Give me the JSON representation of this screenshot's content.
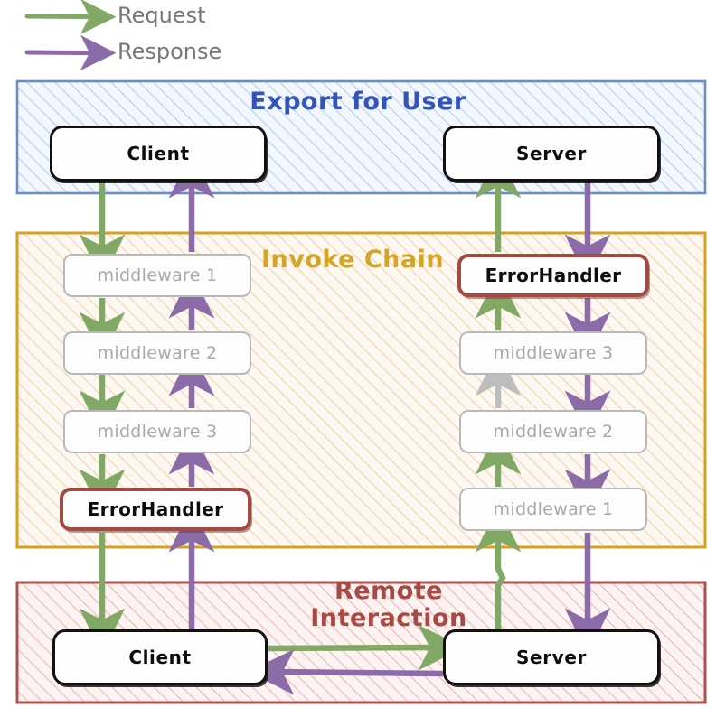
{
  "legend": {
    "items": [
      {
        "label": "Request",
        "color": "#82a866",
        "icon": "arrow-right-icon"
      },
      {
        "label": "Response",
        "color": "#8b6ba8",
        "icon": "arrow-right-icon"
      }
    ]
  },
  "panels": [
    {
      "id": "export",
      "title": "Export for User",
      "color": "#3355bb",
      "fill": "#eef3fc"
    },
    {
      "id": "invoke",
      "title": "Invoke Chain",
      "color": "#d4a526",
      "fill": "#fdf6ec"
    },
    {
      "id": "remote",
      "title": "Remote\nInteraction",
      "color": "#a84a44",
      "fill": "#fdeeee"
    }
  ],
  "nodes": {
    "export_client": {
      "label": "Client",
      "kind": "solid"
    },
    "export_server": {
      "label": "Server",
      "kind": "solid"
    },
    "left_mw1": {
      "label": "middleware 1",
      "kind": "middleware"
    },
    "left_mw2": {
      "label": "middleware 2",
      "kind": "middleware"
    },
    "left_mw3": {
      "label": "middleware 3",
      "kind": "middleware"
    },
    "left_err": {
      "label": "ErrorHandler",
      "kind": "error-handler"
    },
    "right_err": {
      "label": "ErrorHandler",
      "kind": "error-handler"
    },
    "right_mw3": {
      "label": "middleware 3",
      "kind": "middleware"
    },
    "right_mw2": {
      "label": "middleware 2",
      "kind": "middleware"
    },
    "right_mw1": {
      "label": "middleware 1",
      "kind": "middleware"
    },
    "remote_client": {
      "label": "Client",
      "kind": "solid"
    },
    "remote_server": {
      "label": "Server",
      "kind": "solid"
    }
  },
  "colors": {
    "request": "#82a866",
    "response": "#8b6ba8",
    "inactive": "#bdbdbd",
    "node_border": "#111111",
    "middleware_border": "#b9b9b9",
    "middleware_text": "#a9a9a9",
    "error_border": "#a34a42",
    "legend_text": "#777777"
  },
  "flow": {
    "request_chain_left": [
      "Client",
      "middleware 1",
      "middleware 2",
      "middleware 3",
      "ErrorHandler",
      "Client"
    ],
    "response_chain_left": [
      "Client",
      "ErrorHandler",
      "middleware 3",
      "middleware 2",
      "middleware 1",
      "Client"
    ],
    "request_chain_right": [
      "Server",
      "ErrorHandler",
      "middleware 3",
      "middleware 2",
      "middleware 1",
      "Server"
    ],
    "remote_request": "Client -> Server",
    "remote_response": "Server -> Client"
  }
}
